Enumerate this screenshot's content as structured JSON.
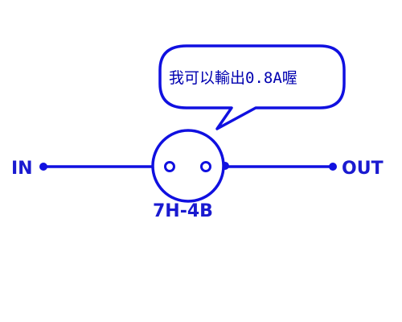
{
  "colors": {
    "stroke": "#1010e0",
    "label": "#1a1ad0",
    "bubble_text": "#0000b0",
    "background": "#ffffff"
  },
  "diagram": {
    "input_label": "IN",
    "output_label": "OUT",
    "component_label": "7H-4B",
    "speech_bubble_text": "我可以輸出0.8A喔"
  }
}
